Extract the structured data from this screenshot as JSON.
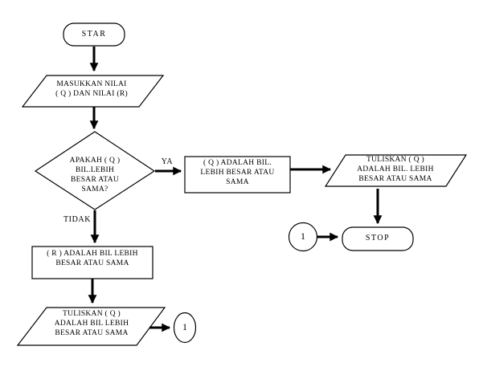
{
  "diagram": {
    "type": "flowchart",
    "background_color": "#ffffff",
    "line_color": "#000000",
    "nodes": {
      "start": {
        "type": "terminator",
        "label": "STAR"
      },
      "input_qr": {
        "type": "input-parallelogram",
        "label": "MASUKKAN NILAI\n( Q ) DAN NILAI (R)"
      },
      "decision": {
        "type": "decision-diamond",
        "label": "APAKAH ( Q )\nBIL.LEBIH\nBESAR ATAU\nSAMA?"
      },
      "process_q": {
        "type": "process-rectangle",
        "label": "( Q )  ADALAH BIL.\nLEBIH BESAR ATAU\nSAMA"
      },
      "output_q": {
        "type": "output-parallelogram",
        "label": "TULISKAN ( Q )\nADALAH BIL. LEBIH\nBESAR ATAU SAMA"
      },
      "stop": {
        "type": "terminator",
        "label": "STOP"
      },
      "connector_stop": {
        "type": "connector-circle",
        "label": "1"
      },
      "process_r": {
        "type": "process-rectangle",
        "label": "( R )  ADALAH BIL LEBIH\nBESAR ATAU SAMA"
      },
      "output_r": {
        "type": "output-parallelogram",
        "label": "TULISKAN ( Q )\nADALAH BIL LEBIH\nBESAR ATAU SAMA"
      },
      "connector_out": {
        "type": "connector-circle",
        "label": "1"
      }
    },
    "edge_labels": {
      "yes": "YA",
      "no": "TIDAK"
    }
  }
}
